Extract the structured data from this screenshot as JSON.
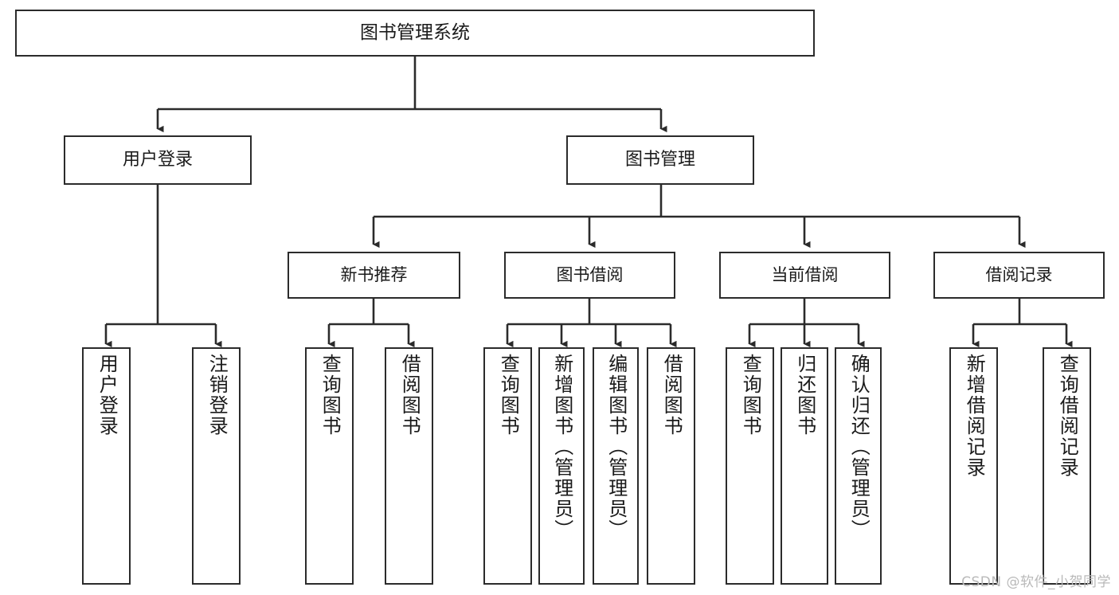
{
  "diagram": {
    "title": "图书管理系统",
    "type": "tree-hierarchy",
    "watermark": "CSDN @软件_小贺同学",
    "colors": {
      "box_border": "#2b2b2b",
      "box_fill": "#ffffff",
      "connector": "#2b2b2b",
      "text": "#1a1a1a",
      "background": "#ffffff",
      "watermark": "#b9b9b9"
    }
  },
  "root": {
    "label": "图书管理系统"
  },
  "level2": [
    {
      "label": "用户登录"
    },
    {
      "label": "图书管理"
    }
  ],
  "level3": [
    {
      "label": "新书推荐"
    },
    {
      "label": "图书借阅"
    },
    {
      "label": "当前借阅"
    },
    {
      "label": "借阅记录"
    }
  ],
  "leaves": {
    "user_login": [
      {
        "label": "用户登录"
      },
      {
        "label": "注销登录"
      }
    ],
    "new_book_recommend": [
      {
        "label": "查询图书"
      },
      {
        "label": "借阅图书"
      }
    ],
    "book_borrow": [
      {
        "label": "查询图书"
      },
      {
        "label": "新增图书（管理员）"
      },
      {
        "label": "编辑图书（管理员）"
      },
      {
        "label": "借阅图书"
      }
    ],
    "current_borrow": [
      {
        "label": "查询图书"
      },
      {
        "label": "归还图书"
      },
      {
        "label": "确认归还（管理员）"
      }
    ],
    "borrow_record": [
      {
        "label": "新增借阅记录"
      },
      {
        "label": "查询借阅记录"
      }
    ]
  }
}
